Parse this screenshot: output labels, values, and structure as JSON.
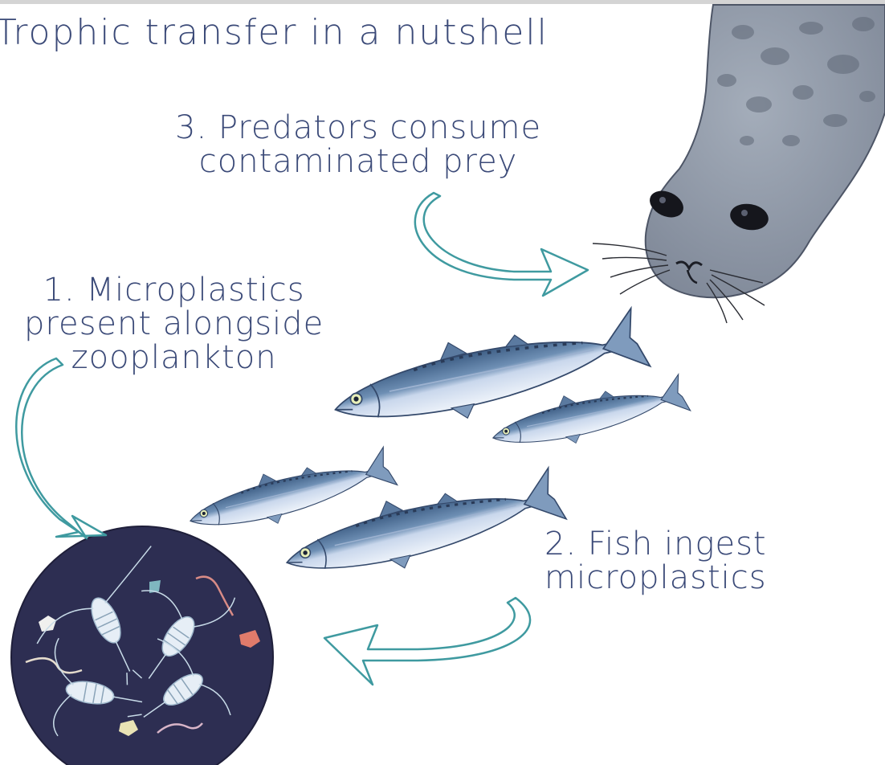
{
  "title": "Trophic transfer in a nutshell",
  "steps": {
    "step1": {
      "line1": "1. Microplastics",
      "line2": "present alongside",
      "line3": "zooplankton"
    },
    "step2": {
      "line1": "2. Fish ingest",
      "line2": "microplastics"
    },
    "step3": {
      "line1": "3. Predators consume",
      "line2": "contaminated prey"
    }
  },
  "colors": {
    "text": "#3b4a78",
    "arrow": "#3f9aa0",
    "seal": "#8e97a5",
    "fish_back": "#4d6e92",
    "fish_belly": "#dfe7f3",
    "plankton_bg": "#2d2e52"
  },
  "icons": {
    "predator": "seal-illustration",
    "prey": "mackerel-fish-illustration",
    "base": "zooplankton-microplastics-illustration"
  }
}
